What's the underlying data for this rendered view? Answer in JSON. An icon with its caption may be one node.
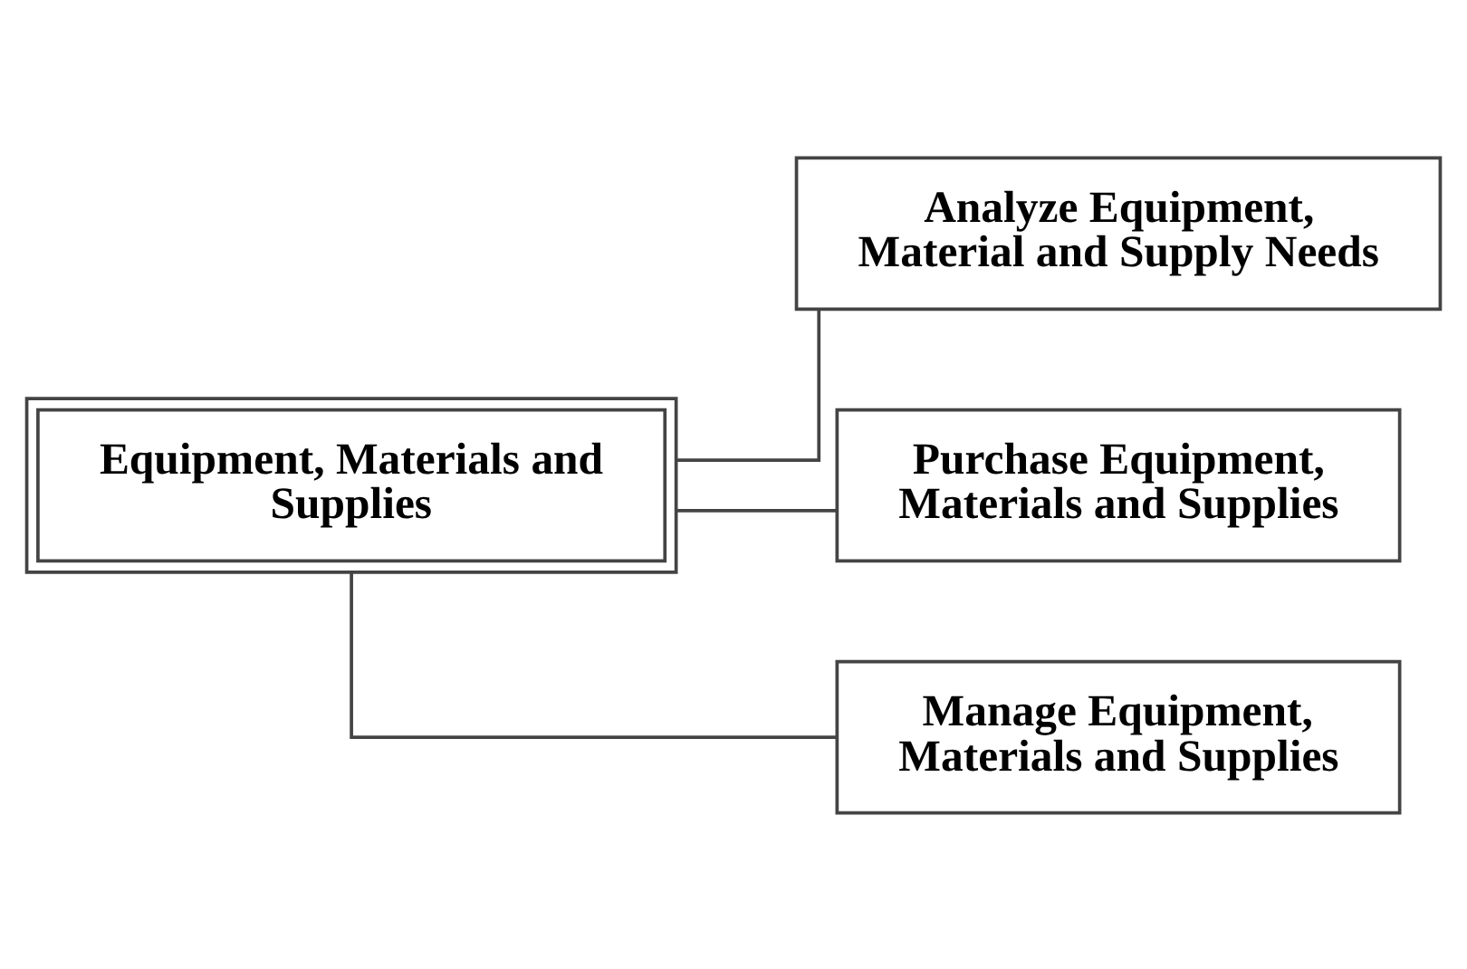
{
  "diagram": {
    "nodes": [
      {
        "text": [
          "Equipment, Materials and Supplies"
        ]
      },
      {
        "text": [
          "Analyze Equipment, Material and Supply Needs"
        ]
      },
      {
        "text": [
          "Purchase Equipment, Materials and Supplies"
        ]
      },
      {
        "text": [
          "Manage Equipment, Materials and Supplies"
        ]
      }
    ],
    "edges": [
      {
        "from": 0,
        "to": 1,
        "arrow": "none"
      },
      {
        "from": 0,
        "to": 2,
        "arrow": "none"
      },
      {
        "from": 0,
        "to": 3,
        "arrow": "none"
      }
    ]
  }
}
